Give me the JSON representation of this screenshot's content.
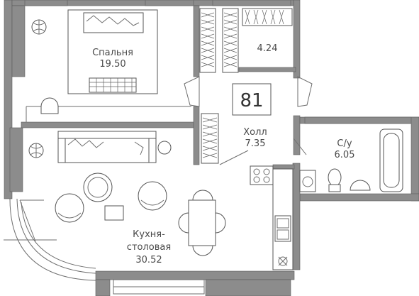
{
  "apartment_number": "81",
  "rooms": {
    "bedroom": {
      "name": "Спальня",
      "area": "19.50"
    },
    "closet": {
      "name": "",
      "area": "4.24"
    },
    "hall": {
      "name": "Холл",
      "area": "7.35"
    },
    "bathroom": {
      "name": "С/у",
      "area": "6.05"
    },
    "kitchen": {
      "name_line1": "Кухня-",
      "name_line2": "столовая",
      "area": "30.52"
    }
  }
}
